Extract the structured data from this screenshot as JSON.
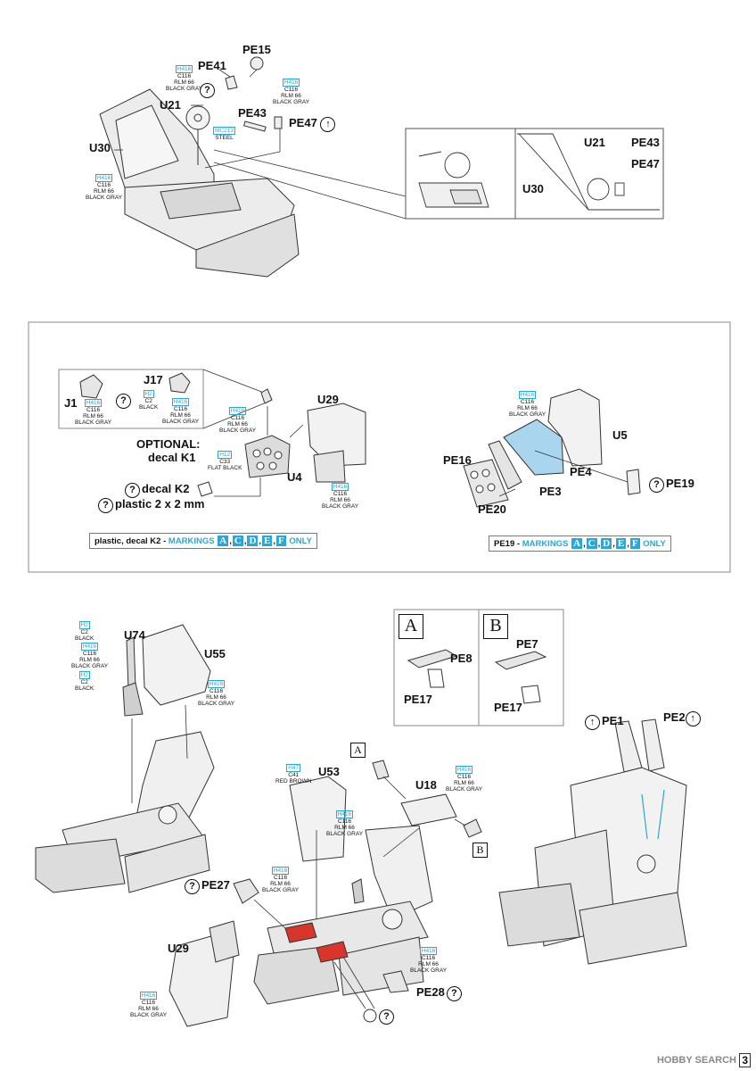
{
  "step_top": {
    "parts": {
      "pe15": "PE15",
      "pe41": "PE41",
      "u21": "U21",
      "pe43": "PE43",
      "pe47": "PE47",
      "u30": "U30"
    },
    "detail": {
      "u21": "U21",
      "pe43": "PE43",
      "pe47": "PE47",
      "u30": "U30"
    },
    "paints": {
      "p1": {
        "code": "H416",
        "l1": "C116",
        "l2": "RLM 66",
        "l3": "BLACK GRAY"
      },
      "p2": {
        "code": "H416",
        "l1": "C116",
        "l2": "RLM 66",
        "l3": "BLACK GRAY"
      },
      "p3": {
        "code": "MC213",
        "l1": "STEEL"
      },
      "p4": {
        "code": "H416",
        "l1": "C116",
        "l2": "RLM 66",
        "l3": "BLACK GRAY"
      }
    }
  },
  "step_middle": {
    "left": {
      "j1": "J1",
      "j17": "J17",
      "u29": "U29",
      "u4": "U4",
      "optional": "OPTIONAL:",
      "decal_k1": "decal K1",
      "decal_k2": "decal K2",
      "plastic": "plastic 2 x 2 mm",
      "paint_j1": {
        "code": "H416",
        "l1": "C116",
        "l2": "RLM 66",
        "l3": "BLACK GRAY"
      },
      "paint_h2": {
        "code": "H2",
        "l1": "C2",
        "l2": "BLACK"
      },
      "paint_j17": {
        "code": "H416",
        "l1": "C116",
        "l2": "RLM 66",
        "l3": "BLACK GRAY"
      },
      "paint_u4": {
        "code": "H416",
        "l1": "C116",
        "l2": "RLM 66",
        "l3": "BLACK GRAY"
      },
      "paint_h12": {
        "code": "H12",
        "l1": "C33",
        "l2": "FLAT BLACK"
      },
      "paint_u29": {
        "code": "H416",
        "l1": "C116",
        "l2": "RLM 66",
        "l3": "BLACK GRAY"
      },
      "note_prefix": "plastic, decal K2 - ",
      "note_mk": "MARKINGS",
      "note_suffix": "ONLY",
      "markings": [
        "A",
        "C",
        "D",
        "E",
        "F"
      ]
    },
    "right": {
      "u5": "U5",
      "pe16": "PE16",
      "pe4": "PE4",
      "pe19": "PE19",
      "pe3": "PE3",
      "pe20": "PE20",
      "paint_u5": {
        "code": "H416",
        "l1": "C116",
        "l2": "RLM 66",
        "l3": "BLACK GRAY"
      },
      "note_prefix": "PE19 - ",
      "note_mk": "MARKINGS",
      "note_suffix": "ONLY",
      "markings": [
        "A",
        "C",
        "D",
        "E",
        "F"
      ]
    }
  },
  "step_bottom": {
    "u74": "U74",
    "u55": "U55",
    "u53": "U53",
    "u18": "U18",
    "u29": "U29",
    "pe27": "PE27",
    "pe28": "PE28",
    "pe1": "PE1",
    "pe2": "PE2",
    "box_a": "A",
    "box_b": "B",
    "a_pe8": "PE8",
    "a_pe17": "PE17",
    "b_pe7": "PE7",
    "b_pe17": "PE17",
    "mark_a": "A",
    "mark_b": "B",
    "paint_u74_1": {
      "code": "H2",
      "l1": "C2",
      "l2": "BLACK"
    },
    "paint_u74_2": {
      "code": "H416",
      "l1": "C116",
      "l2": "RLM 66",
      "l3": "BLACK GRAY"
    },
    "paint_u74_3": {
      "code": "H2",
      "l1": "C2",
      "l2": "BLACK"
    },
    "paint_u55": {
      "code": "H416",
      "l1": "C116",
      "l2": "RLM 66",
      "l3": "BLACK GRAY"
    },
    "paint_u53a": {
      "code": "H47",
      "l1": "C41",
      "l2": "RED BROWN"
    },
    "paint_u53b": {
      "code": "H416",
      "l1": "C116",
      "l2": "RLM 66",
      "l3": "BLACK GRAY"
    },
    "paint_u18": {
      "code": "H416",
      "l1": "C116",
      "l2": "RLM 66",
      "l3": "BLACK GRAY"
    },
    "paint_pe27": {
      "code": "H416",
      "l1": "C116",
      "l2": "RLM 66",
      "l3": "BLACK GRAY"
    },
    "paint_u29": {
      "code": "H416",
      "l1": "C116",
      "l2": "RLM 66",
      "l3": "BLACK GRAY"
    },
    "paint_pe28": {
      "code": "H416",
      "l1": "C116",
      "l2": "RLM 66",
      "l3": "BLACK GRAY"
    }
  },
  "footer": {
    "watermark": "HOBBY SEARCH",
    "page": "3"
  },
  "colors": {
    "paint_code": "#29a7d8",
    "highlight_red": "#d9352b",
    "part_fill": "#e8e8e8",
    "blue_part": "#a9d6ee"
  }
}
